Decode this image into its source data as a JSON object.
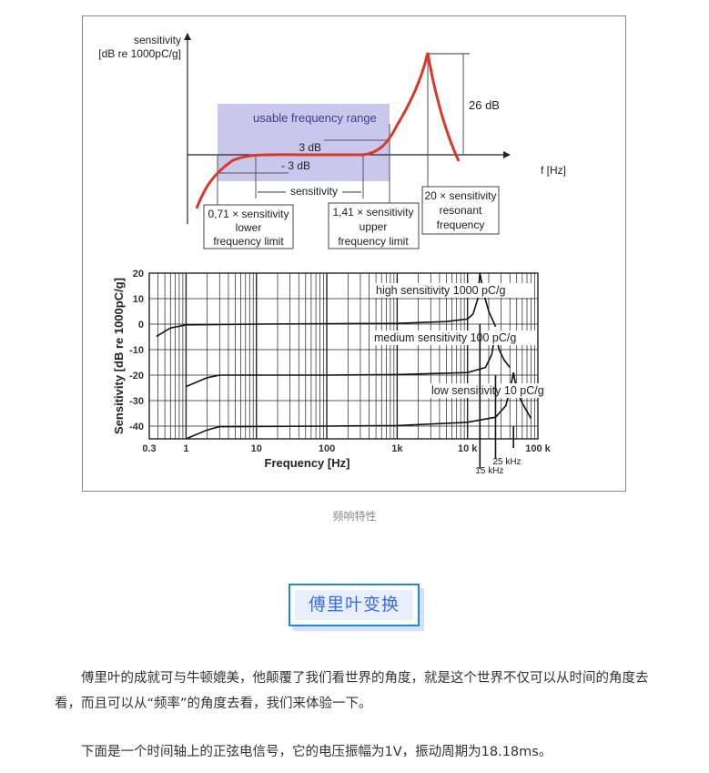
{
  "diagram": {
    "y_label_1": "sensitivity",
    "y_label_2": "[dB re 1000pC/g]",
    "x_label": "f [Hz]",
    "range_label": "usable frequency range",
    "plus3": "3 dB",
    "minus3": "- 3 dB",
    "sensitivity_arrow": "sensitivity",
    "resonance_gain": "26 dB",
    "box_lower": [
      "0,71 × sensitivity",
      "lower",
      "frequency limit"
    ],
    "box_upper": [
      "1,41 × sensitivity",
      "upper",
      "frequency limit"
    ],
    "box_resonant": [
      "20 × sensitivity",
      "resonant",
      "frequency"
    ],
    "colors": {
      "curve": "#d8392b",
      "range": "#c9c8ec"
    }
  },
  "chart_data": {
    "type": "line",
    "xlabel": "Frequency [Hz]",
    "ylabel": "Sensitivity [dB re 1000pC/g]",
    "xscale": "log",
    "xlim": [
      0.3,
      100000
    ],
    "ylim": [
      -45,
      20
    ],
    "xticks": [
      {
        "v": 0.3,
        "l": "0.3"
      },
      {
        "v": 1,
        "l": "1"
      },
      {
        "v": 10,
        "l": "10"
      },
      {
        "v": 100,
        "l": "100"
      },
      {
        "v": 1000,
        "l": "1k"
      },
      {
        "v": 10000,
        "l": "10 k"
      },
      {
        "v": 100000,
        "l": "100 k"
      }
    ],
    "yticks": [
      20,
      10,
      0,
      -10,
      -20,
      -30,
      -40
    ],
    "grid": true,
    "series": [
      {
        "name": "high sensitivity 1000 pC/g",
        "points": [
          [
            0.38,
            -4.8
          ],
          [
            0.6,
            -1.5
          ],
          [
            1,
            -0.3
          ],
          [
            10,
            0
          ],
          [
            1000,
            0.3
          ],
          [
            5000,
            1
          ],
          [
            10000,
            2
          ],
          [
            12000,
            4
          ],
          [
            14000,
            10
          ],
          [
            15000,
            20
          ],
          [
            17000,
            12
          ],
          [
            20000,
            5
          ],
          [
            25000,
            -1
          ]
        ]
      },
      {
        "name": "medium sensitivity 100 pC/g",
        "points": [
          [
            1,
            -24.5
          ],
          [
            2,
            -21
          ],
          [
            3,
            -20
          ],
          [
            100,
            -20
          ],
          [
            1000,
            -19.8
          ],
          [
            10000,
            -19
          ],
          [
            18000,
            -17
          ],
          [
            22000,
            -12
          ],
          [
            25000,
            -3
          ],
          [
            28000,
            -10
          ],
          [
            33000,
            -14
          ],
          [
            40000,
            -17
          ]
        ]
      },
      {
        "name": "low sensitivity 10 pC/g",
        "points": [
          [
            1,
            -45
          ],
          [
            2,
            -41.5
          ],
          [
            3,
            -40.2
          ],
          [
            100,
            -40
          ],
          [
            1000,
            -39.8
          ],
          [
            10000,
            -38.5
          ],
          [
            25000,
            -36.5
          ],
          [
            35000,
            -32
          ],
          [
            40000,
            -26
          ],
          [
            45000,
            -19
          ],
          [
            50000,
            -26
          ],
          [
            60000,
            -31
          ],
          [
            80000,
            -37
          ]
        ]
      }
    ],
    "annotations": [
      "15 kHz",
      "25 kHz"
    ]
  },
  "caption": "频响特性",
  "heading": "傅里叶变换",
  "paragraphs": [
    "傅里叶的成就可与牛顿媲美，他颠覆了我们看世界的角度，就是这个世界不仅可以从时间的角度去看，而且可以从“频率”的角度去看，我们来体验一下。",
    "下面是一个时间轴上的正弦电信号，它的电压振幅为1V，振动周期为18.18ms。"
  ]
}
